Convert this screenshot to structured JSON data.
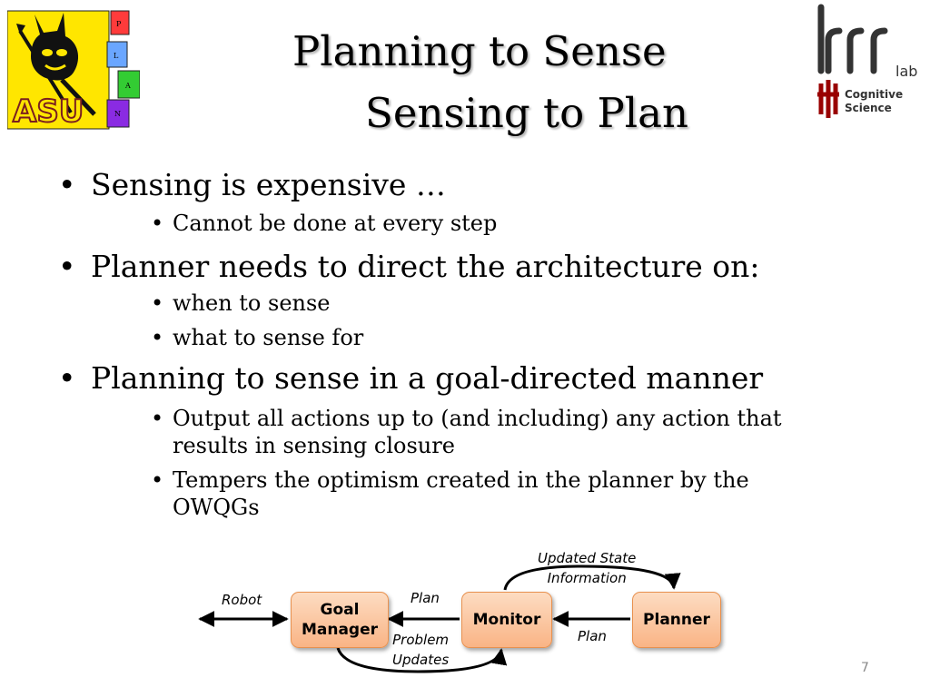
{
  "title": {
    "line1": "Planning to Sense",
    "line2": "Sensing to Plan"
  },
  "logos": {
    "asu": {
      "text": "ASU",
      "blocks": [
        "P",
        "L",
        "A",
        "N"
      ]
    },
    "rrr": {
      "lab": "lab",
      "dept_line1": "Cognitive",
      "dept_line2": "Science"
    }
  },
  "bullets": [
    {
      "text": "Sensing is expensive …",
      "sub": [
        "Cannot be done at every step"
      ]
    },
    {
      "text": "Planner needs to direct the architecture on:",
      "sub": [
        "when to sense",
        "what to sense for"
      ]
    },
    {
      "text": "Planning to sense in a goal-directed manner",
      "sub": [
        "Output all actions up to (and including) any action that results in sensing closure",
        "Tempers the optimism created in the planner by the OWQGs"
      ]
    }
  ],
  "diagram": {
    "nodes": {
      "goal_manager": "Goal\nManager",
      "monitor": "Monitor",
      "planner": "Planner"
    },
    "labels": {
      "robot": "Robot",
      "plan_top": "Plan",
      "problem_updates": "Problem\nUpdates",
      "plan_bottom": "Plan",
      "updated_state": "Updated State\nInformation"
    }
  },
  "page_number": "7",
  "colors": {
    "node_fill": "#f9b486",
    "node_border": "#e8914f",
    "iu_crimson": "#990000",
    "asu_gold": "#ffe000"
  }
}
